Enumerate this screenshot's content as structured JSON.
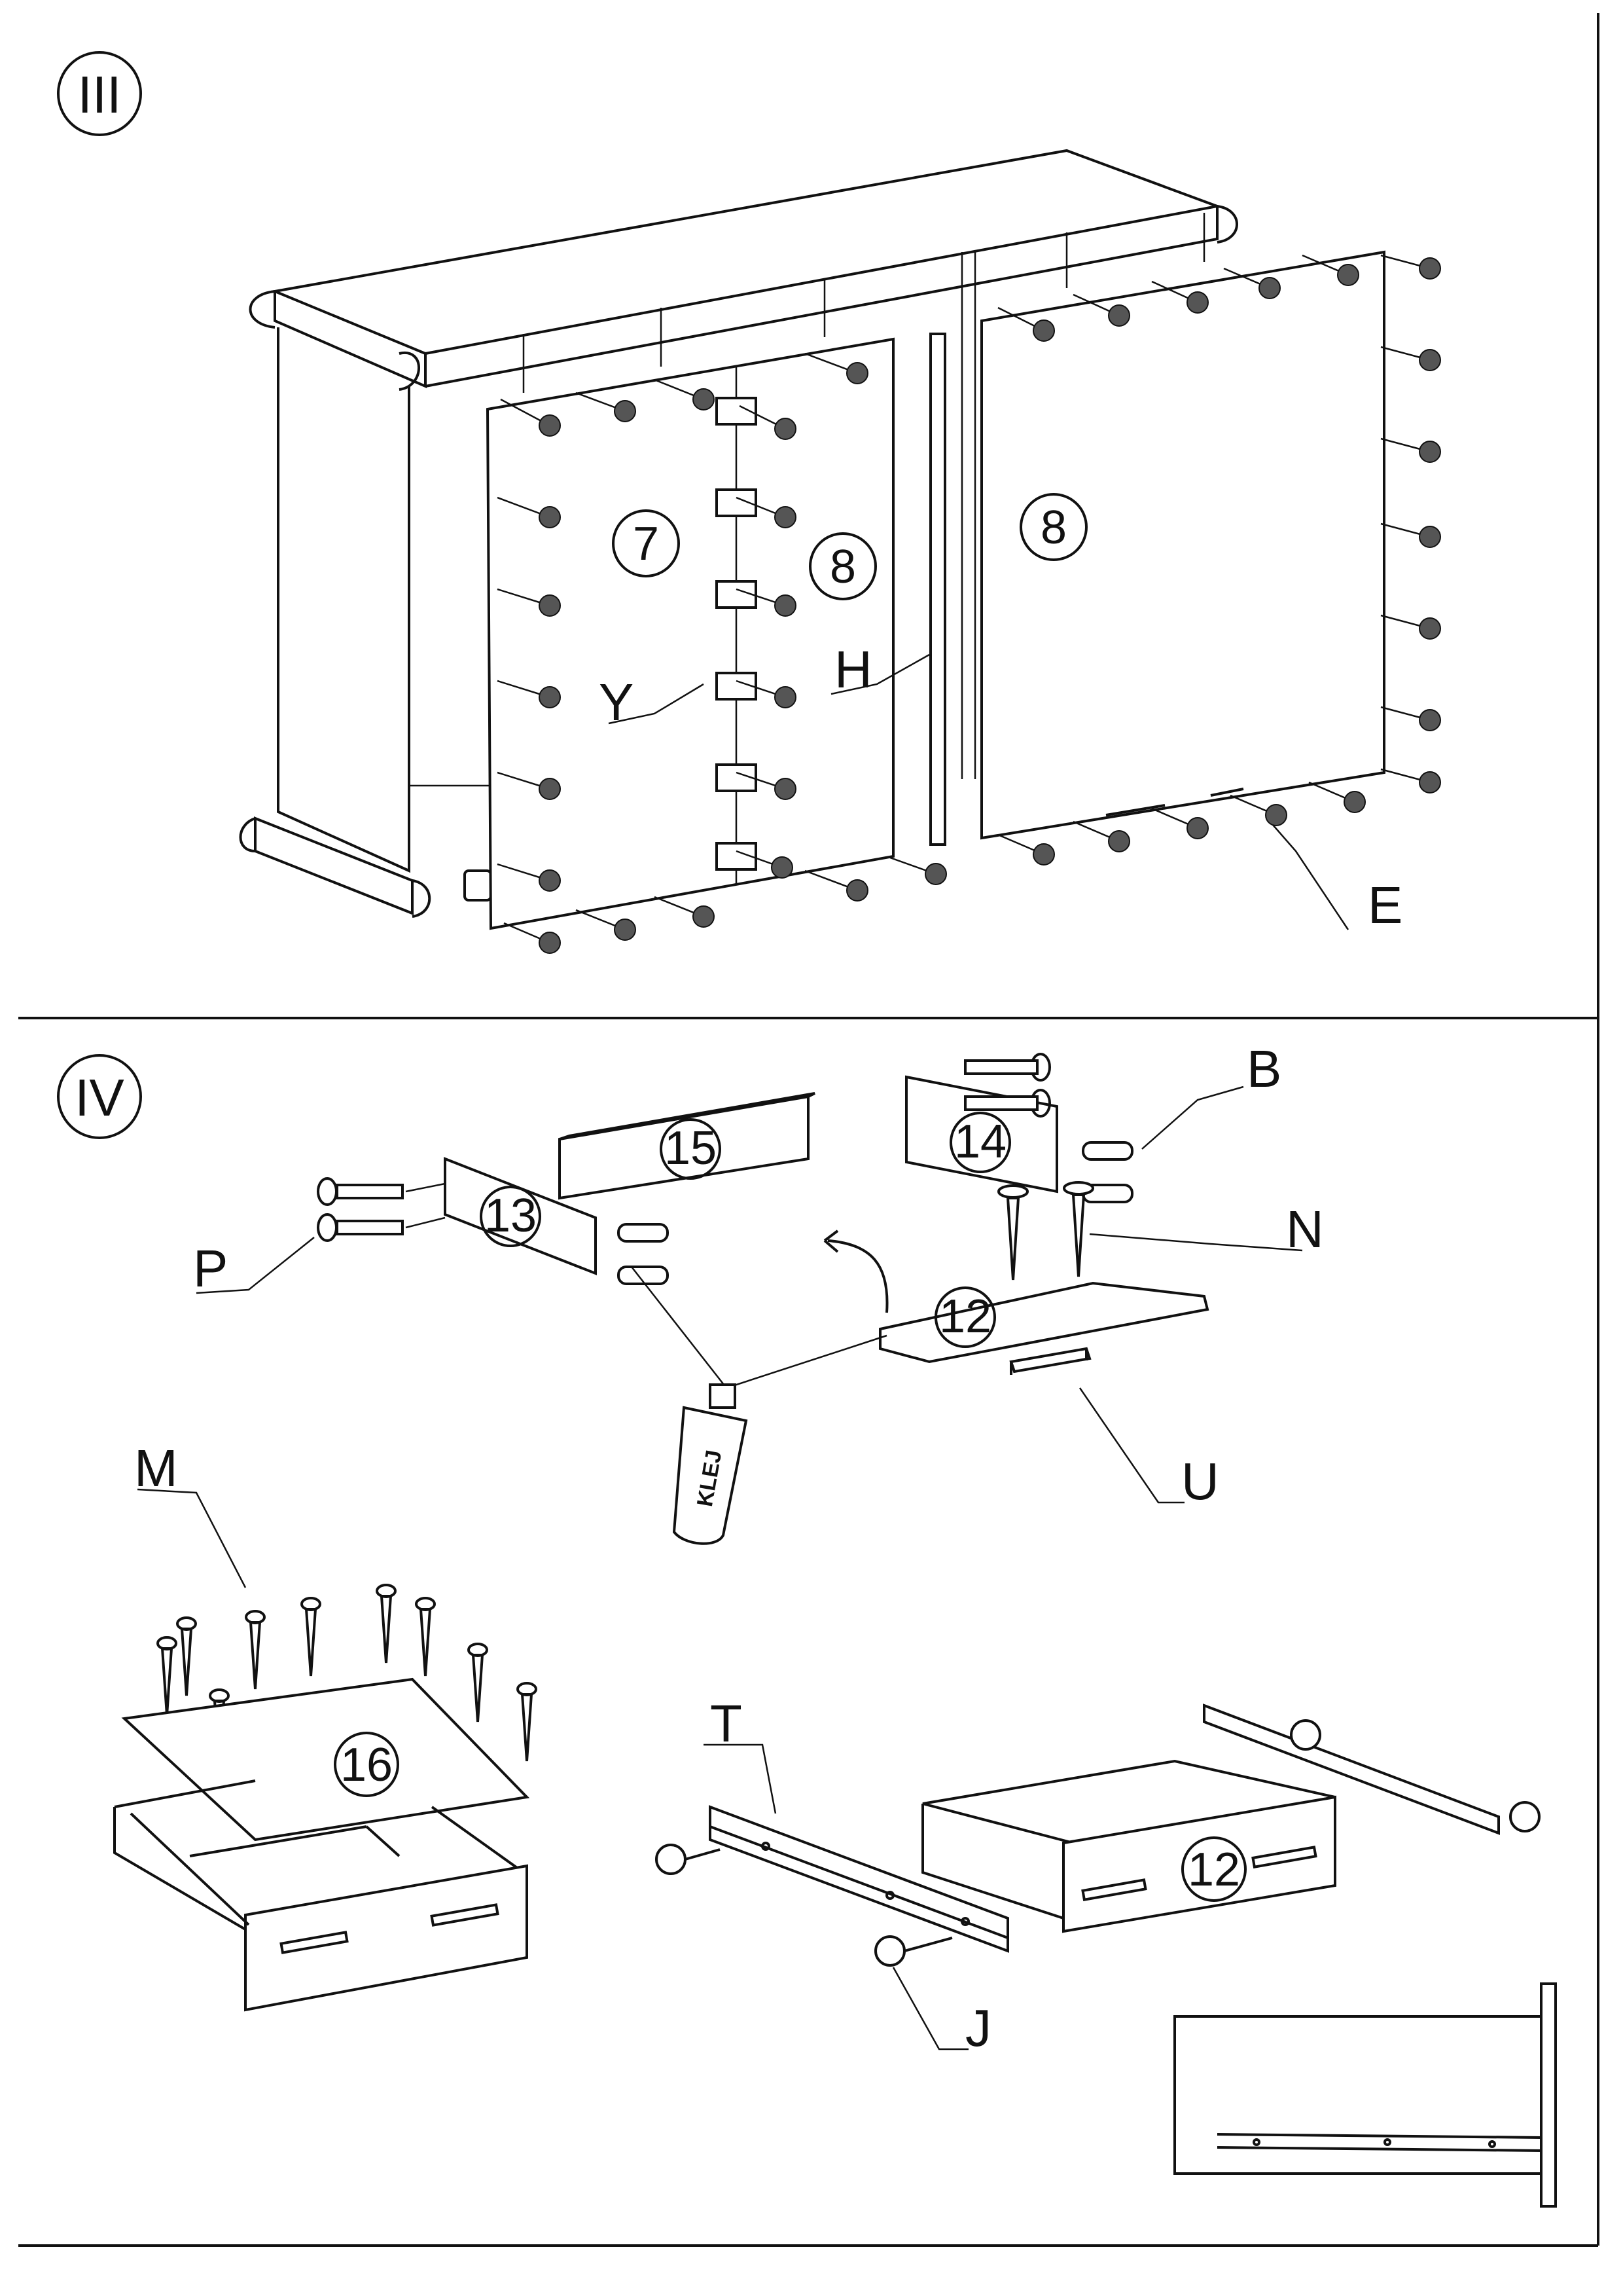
{
  "steps": {
    "step3": {
      "numeral": "III"
    },
    "step4": {
      "numeral": "IV"
    }
  },
  "part_numbers": {
    "back_panel_left": "7",
    "back_panel_middle": "8",
    "back_panel_right": "8",
    "drawer_side_left": "13",
    "drawer_back": "15",
    "drawer_side_right": "14",
    "drawer_front": "12",
    "drawer_bottom": "16",
    "drawer_assembled": "12"
  },
  "hardware_labels": {
    "connector_y": "Y",
    "bar_h": "H",
    "nail_e": "E",
    "dowel_b": "B",
    "screw_p": "P",
    "screw_n": "N",
    "handle_u": "U",
    "screw_m": "M",
    "runner_t": "T",
    "screw_j": "J"
  },
  "glue_bottle_text": "KLEJ"
}
